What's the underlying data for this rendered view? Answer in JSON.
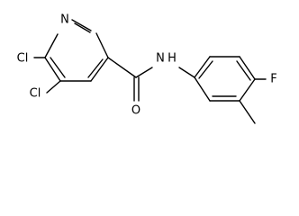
{
  "atoms": {
    "n_pyridine": "N",
    "cl_top": "Cl",
    "cl_bottom": "Cl",
    "amide_nh": "N",
    "amide_h": "H",
    "amide_o": "O",
    "fluorine": "F"
  },
  "colors": {
    "bond": "#000000",
    "label": "#000000",
    "background": "#ffffff"
  }
}
